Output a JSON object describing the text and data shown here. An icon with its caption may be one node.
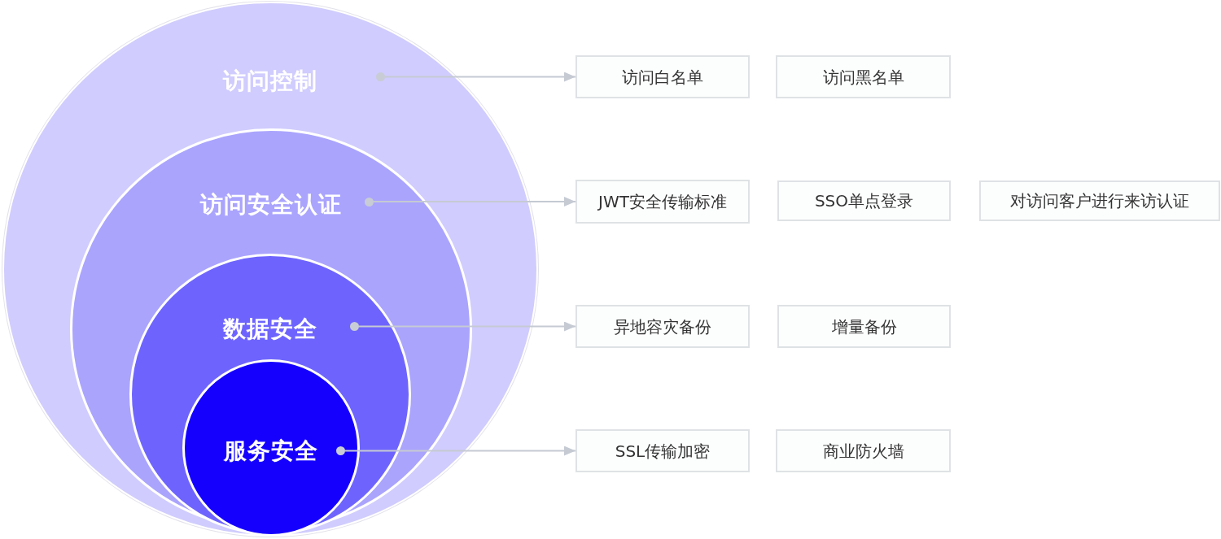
{
  "diagram": {
    "nodes": [
      {
        "text": [
          "访问控制"
        ]
      },
      {
        "text": [],
        "shape": "circle",
        "in": 0
      },
      {
        "text": [
          "访问安全认证"
        ],
        "in": 0
      },
      {
        "text": [],
        "shape": "circle",
        "in": 2
      },
      {
        "text": [
          "数据安全"
        ],
        "in": 2
      },
      {
        "text": [],
        "shape": "circle",
        "in": 4
      },
      {
        "text": [
          "服务安全"
        ],
        "in": 4
      },
      {
        "text": [],
        "shape": "circle",
        "in": 6
      },
      {
        "text": [
          "访问白名单"
        ]
      },
      {
        "text": [
          "访问黑名单"
        ]
      },
      {
        "text": [
          "JWT安全传输标准"
        ]
      },
      {
        "text": [
          "SSO单点登录"
        ]
      },
      {
        "text": [
          "对访问客户进行来访认证"
        ]
      },
      {
        "text": [
          "异地容灾备份"
        ]
      },
      {
        "text": [
          "增量备份"
        ]
      },
      {
        "text": [
          "SSL传输加密"
        ]
      },
      {
        "text": [
          "商业防火墙"
        ]
      }
    ],
    "edges": [
      {
        "from": 1,
        "to": 8,
        "arrow": "to"
      },
      {
        "from": 3,
        "to": 10,
        "arrow": "to"
      },
      {
        "from": 5,
        "to": 13,
        "arrow": "to"
      },
      {
        "from": 7,
        "to": 15,
        "arrow": "to"
      }
    ]
  }
}
